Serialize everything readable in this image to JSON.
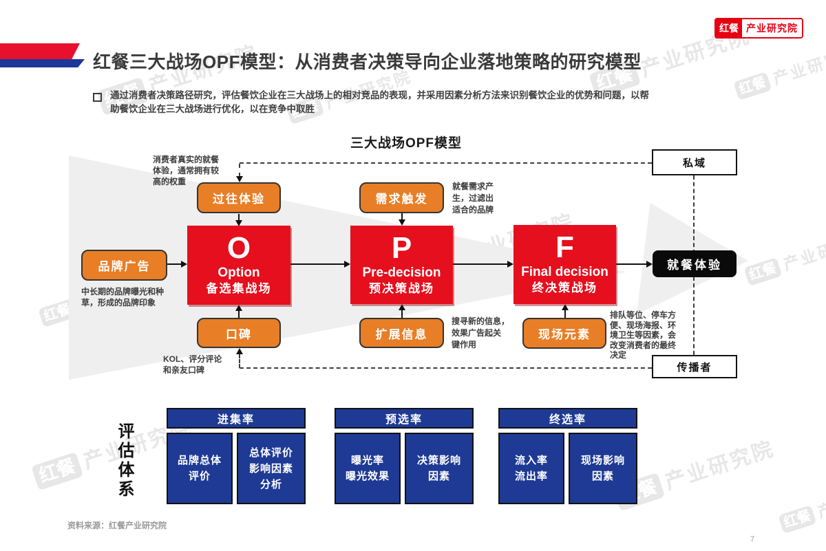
{
  "logo": {
    "brand": "红餐",
    "institute": "产业研究院"
  },
  "title": "红餐三大战场OPF模型：从消费者决策导向企业落地策略的研究模型",
  "intro": "通过消费者决策路径研究，评估餐饮企业在三大战场上的相对竞品的表现，并采用因素分析方法来识别餐饮企业的优势和问题，以帮\n助餐饮企业在三大战场进行优化，以在竞争中取胜",
  "diagram": {
    "title": "三大战场OPF模型",
    "inputs": {
      "past_experience": "过往体验",
      "brand_ads": "品牌广告",
      "word_of_mouth": "口碑",
      "demand_trigger": "需求触发",
      "expanded_info": "扩展信息",
      "onsite_elements": "现场元素"
    },
    "stages": [
      {
        "letter": "O",
        "en": "Option",
        "cn": "备选集战场"
      },
      {
        "letter": "P",
        "en": "Pre-decision",
        "cn": "预决策战场"
      },
      {
        "letter": "F",
        "en": "Final decision",
        "cn": "终决策战场"
      }
    ],
    "private_domain": "私域",
    "spreader": "传播者",
    "dining_experience": "就餐体验",
    "annotations": {
      "past_experience": "消费者真实的就餐\n体验，通常拥有较\n高的权重",
      "brand_ads": "中长期的品牌曝光和种\n草，形成的品牌印象",
      "word_of_mouth": "KOL、评分评论\n和亲友口碑",
      "demand_trigger": "就餐需求产\n生，过滤出\n适合的品牌",
      "expanded_info": "搜寻新的信息，\n效果广告起关\n键作用",
      "onsite_elements": "排队等位、停车方\n便、现场海报、环\n境卫生等因素，会\n改变消费者的最终\n决定"
    }
  },
  "evaluation": {
    "label": "评估体系",
    "groups": [
      {
        "header": "进集率",
        "cells": [
          "品牌总体\n评价",
          "总体评价\n影响因素\n分析"
        ]
      },
      {
        "header": "预选率",
        "cells": [
          "曝光率\n曝光效果",
          "决策影响\n因素"
        ]
      },
      {
        "header": "终选率",
        "cells": [
          "流入率\n流出率",
          "现场影响\n因素"
        ]
      }
    ]
  },
  "watermark": {
    "brand": "红餐",
    "institute": "产业研究院"
  },
  "footer": {
    "source": "资料来源：红餐产业研究院",
    "page": "7"
  },
  "colors": {
    "red": "#E60F1E",
    "orange": "#E87E26",
    "blue": "#1E3A94",
    "flag_red": "#E8112D",
    "flag_blue": "#1E3799",
    "gray_arrow": "#EFEFEF"
  }
}
